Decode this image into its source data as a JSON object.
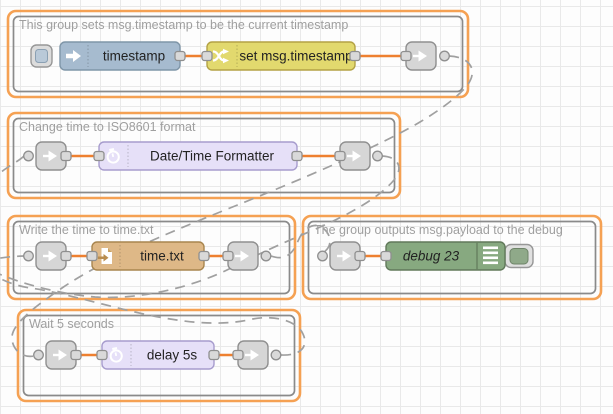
{
  "app": "node-red-flow-editor",
  "groups": [
    {
      "title": "This group sets msg.timestamp to be the current timestamp"
    },
    {
      "title": "Change time to ISO8601 format"
    },
    {
      "title": "Write the time to time.txt"
    },
    {
      "title": "The group outputs msg.payload to the debug"
    },
    {
      "title": "Wait 5 seconds"
    }
  ],
  "nodes": {
    "inject": {
      "label": "timestamp",
      "color": "#a6bbcf",
      "border": "#7f96a8"
    },
    "change": {
      "label": "set msg.timestamp",
      "color": "#e2d96e",
      "border": "#b3a245"
    },
    "datetime": {
      "label": "Date/Time Formatter",
      "color": "#e6e0f8",
      "border": "#a79ccd"
    },
    "file": {
      "label": "time.txt",
      "color": "#deb887",
      "border": "#a8854e"
    },
    "debug": {
      "label": "debug 23",
      "color": "#87a980",
      "border": "#61795a"
    },
    "delay": {
      "label": "delay 5s",
      "color": "#e6e0f8",
      "border": "#a79ccd"
    }
  },
  "colors": {
    "group_selected_border": "#f5a153",
    "wire_selected": "#ee8030",
    "link_wire": "#a0a0a0",
    "link_node": "#d6d6d6",
    "port": "#d9d9d9",
    "grid_line": "#e9e9e9",
    "canvas_bg": "#fdfdfd",
    "group_title_text": "#9f9f9f"
  }
}
